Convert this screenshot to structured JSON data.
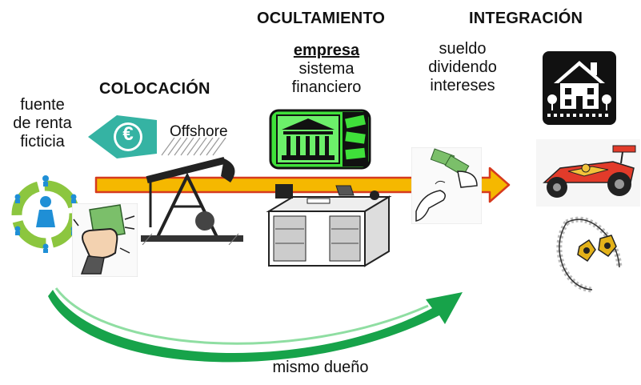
{
  "stages": {
    "colocacion": {
      "title": "COLOCACIÓN",
      "source_lines": [
        "fuente",
        "de renta",
        "ficticia"
      ],
      "offshore": "Offshore",
      "currency_symbol": "€"
    },
    "ocultamiento": {
      "title": "OCULTAMIENTO",
      "company": "empresa",
      "system_lines": [
        "sistema",
        "financiero"
      ]
    },
    "integracion": {
      "title": "INTEGRACIÓN",
      "income_lines": [
        "sueldo",
        "dividendo",
        "intereses"
      ]
    }
  },
  "footer": {
    "same_owner": "mismo dueño"
  },
  "colors": {
    "flow_arrow_fill": "#f5b800",
    "flow_arrow_stroke": "#d63a1e",
    "return_arrow": "#17a34a",
    "euro_badge": "#35b3a3",
    "bank_green": "#3fe03a",
    "cycle_green": "#8cc63f",
    "person_blue": "#1f8fd6"
  },
  "icons": [
    "person-cycle-icon",
    "money-fist-icon",
    "euro-arrow-icon",
    "oil-pump-icon",
    "office-desk-icon",
    "bank-card-icon",
    "money-handoff-icon",
    "house-icon",
    "race-car-icon",
    "jewelry-icon"
  ]
}
